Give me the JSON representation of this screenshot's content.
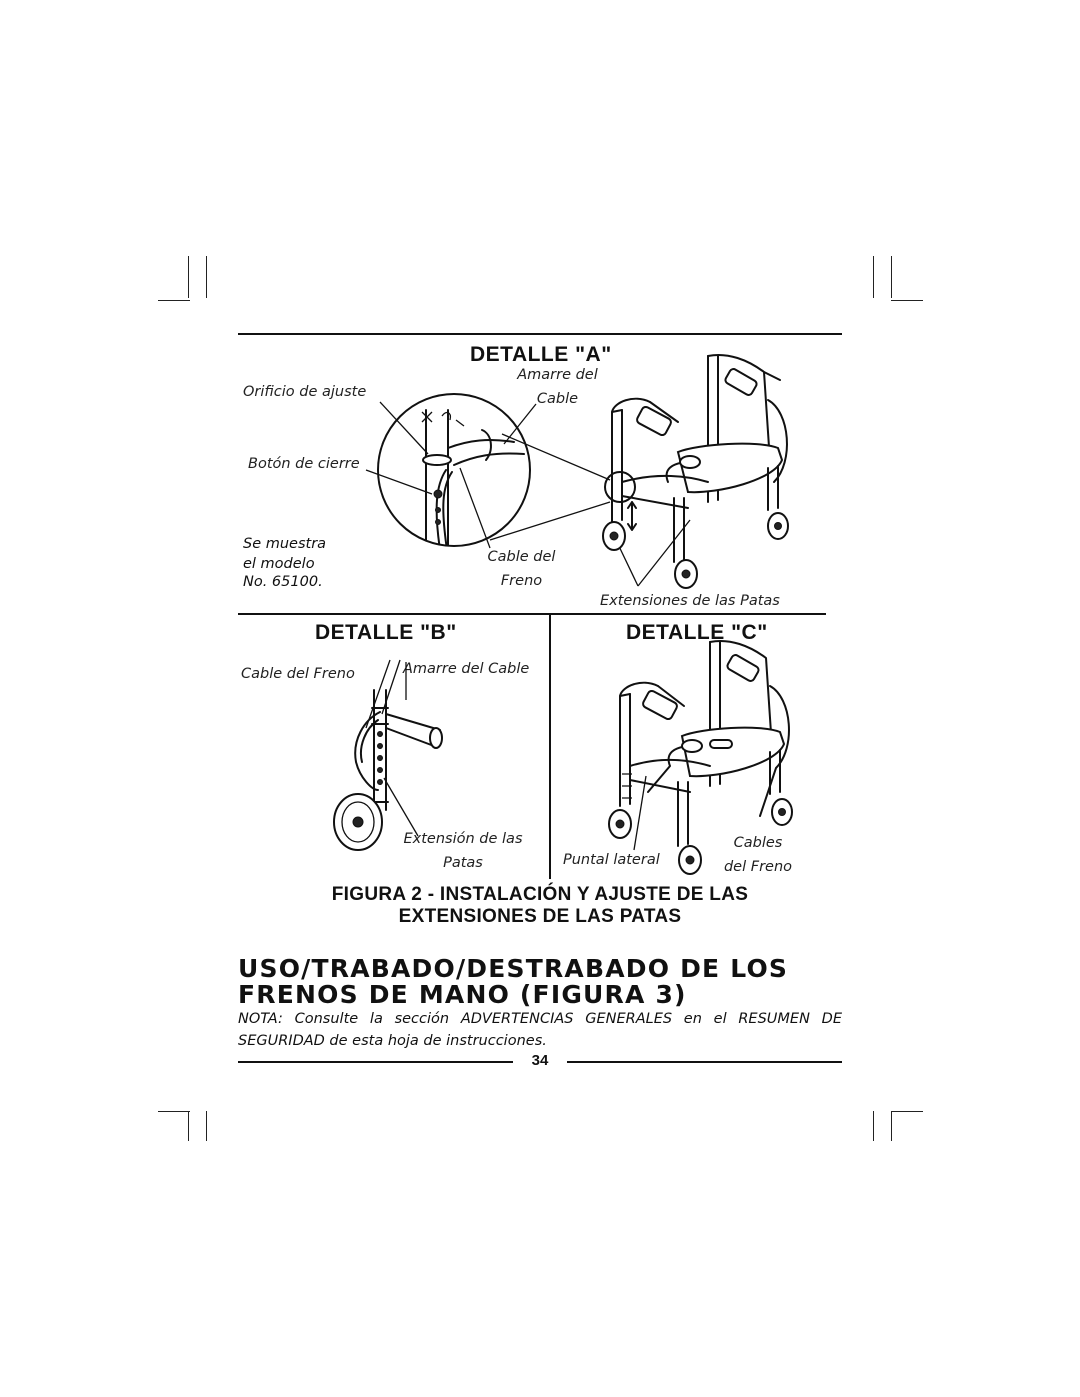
{
  "detail_a": {
    "title": "DETALLE \"A\"",
    "label_orificio": "Orificio de ajuste",
    "label_amarre_1": "Amarre del",
    "label_amarre_2": "Cable",
    "label_boton": "Botón de cierre",
    "model_1": "Se muestra",
    "model_2": "el modelo",
    "model_3": "No. 65100.",
    "label_cable_1": "Cable del",
    "label_cable_2": "Freno",
    "label_extensiones": "Extensiones de las Patas"
  },
  "detail_b": {
    "title": "DETALLE \"B\"",
    "label_cable_freno": "Cable del Freno",
    "label_amarre": "Amarre del Cable",
    "label_ext_1": "Extensión de las",
    "label_ext_2": "Patas"
  },
  "detail_c": {
    "title": "DETALLE \"C\"",
    "label_puntal": "Puntal lateral",
    "label_cables_1": "Cables",
    "label_cables_2": "del Freno"
  },
  "figure_caption": {
    "line1": "FIGURA 2 - INSTALACIÓN Y AJUSTE DE LAS",
    "line2": "EXTENSIONES DE LAS PATAS"
  },
  "section": {
    "heading_line1": "USO/TRABADO/DESTRABADO DE LOS",
    "heading_line2": "FRENOS DE MANO (FIGURA 3)"
  },
  "nota": "NOTA: Consulte la sección ADVERTENCIAS GENERALES en el RESUMEN DE SEGURIDAD de esta hoja de instrucciones.",
  "page_number": "34"
}
